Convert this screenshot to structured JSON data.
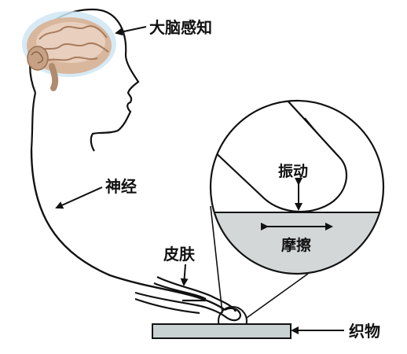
{
  "labels": {
    "brain": "大脑感知",
    "nerve": "神经",
    "vibration": "振动",
    "friction": "摩擦",
    "skin": "皮肤",
    "fabric": "织物"
  },
  "colors": {
    "line": "#111111",
    "fabric_fill": "#c9d2d3",
    "friction_fill": "#d3d7d8",
    "brain_outer": "#d9b79d",
    "brain_inner": "#e9cfbd",
    "brain_halo": "#cfe6f4"
  }
}
